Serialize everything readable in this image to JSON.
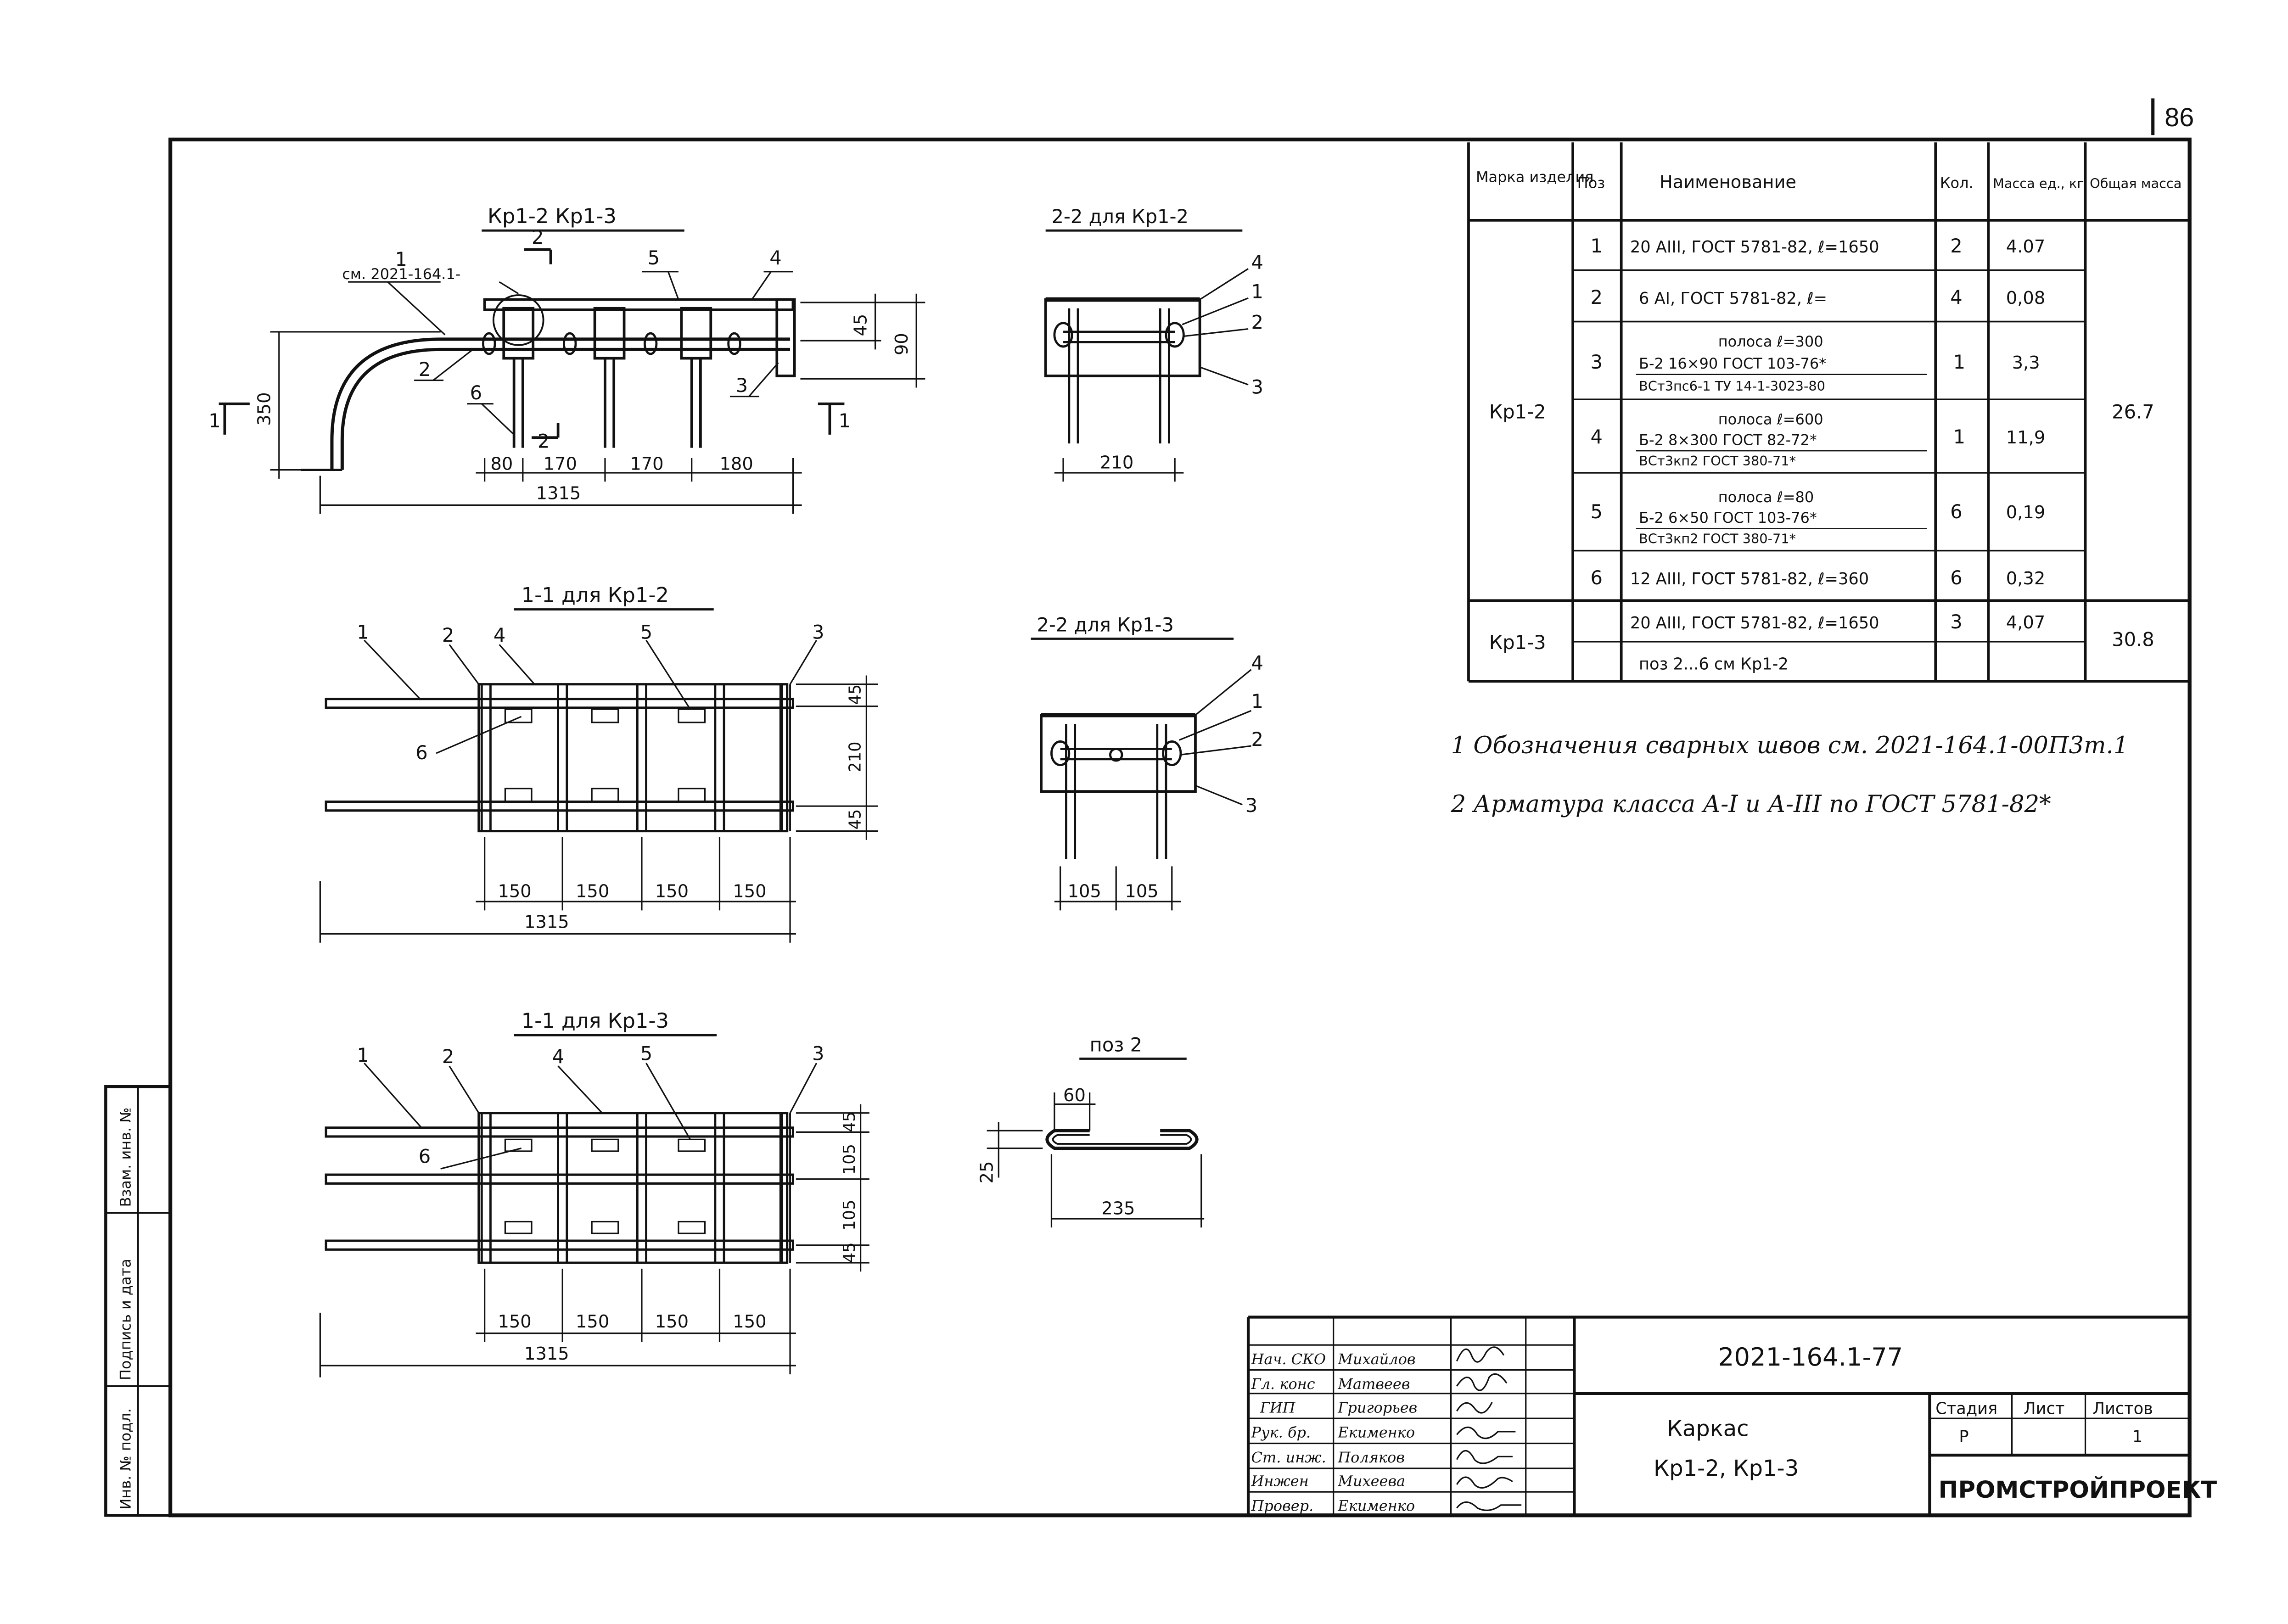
{
  "sheet": {
    "page_number": "86",
    "notes": [
      "1 Обозначения сварных швов см. 2021-164.1-00П3т.1",
      "2 Арматура класса А-I и А-III по ГОСТ 5781-82*"
    ]
  },
  "views": {
    "elevation": {
      "title": "Кр1-2  Кр1-3",
      "section_mark": "2",
      "section_mark_cut": "1",
      "ref_note": "см. 2021-164.1-",
      "labels": [
        "1",
        "5",
        "4",
        "2",
        "3",
        "6"
      ],
      "dims": [
        "45",
        "90",
        "350",
        "80",
        "170",
        "170",
        "180",
        "1315"
      ]
    },
    "section_22_kr12": {
      "title": "2-2 для Кр1-2",
      "labels": [
        "4",
        "1",
        "2",
        "3"
      ],
      "dims": [
        "210"
      ]
    },
    "section_11_kr12": {
      "title": "1-1 для Кр1-2",
      "labels": [
        "1",
        "2",
        "4",
        "5",
        "3",
        "6"
      ],
      "dims": [
        "45",
        "210",
        "45",
        "150",
        "150",
        "150",
        "150",
        "1315"
      ]
    },
    "section_22_kr13": {
      "title": "2-2 для Кр1-3",
      "labels": [
        "4",
        "1",
        "2",
        "3"
      ],
      "dims": [
        "105",
        "105"
      ]
    },
    "section_11_kr13": {
      "title": "1-1 для Кр1-3",
      "labels": [
        "1",
        "2",
        "4",
        "5",
        "3",
        "6"
      ],
      "dims": [
        "45",
        "105",
        "105",
        "45",
        "150",
        "150",
        "150",
        "150",
        "1315"
      ]
    },
    "pos2": {
      "title": "поз 2",
      "dims": [
        "60",
        "25",
        "235"
      ]
    }
  },
  "spec_table": {
    "headers": [
      "Марка изделия",
      "Поз",
      "Наименование",
      "Кол.",
      "Масса ед., кг",
      "Общая масса"
    ],
    "groups": [
      {
        "mark": "Кр1-2",
        "total": "26.7",
        "rows": [
          {
            "pos": "1",
            "name": [
              "20 АIII, ГОСТ 5781-82, ℓ=1650"
            ],
            "qty": "2",
            "mass": "4.07"
          },
          {
            "pos": "2",
            "name": [
              "6 АI, ГОСТ 5781-82, ℓ="
            ],
            "qty": "4",
            "mass": "0,08"
          },
          {
            "pos": "3",
            "name": [
              "полоса ℓ=300",
              "Б-2 16×90 ГОСТ 103-76*",
              "ВСт3пс6-1 ТУ 14-1-3023-80"
            ],
            "qty": "1",
            "mass": "3,3"
          },
          {
            "pos": "4",
            "name": [
              "полоса ℓ=600",
              "Б-2 8×300 ГОСТ 82-72*",
              "ВСт3кп2 ГОСТ 380-71*"
            ],
            "qty": "1",
            "mass": "11,9"
          },
          {
            "pos": "5",
            "name": [
              "полоса ℓ=80",
              "Б-2 6×50 ГОСТ 103-76*",
              "ВСт3кп2 ГОСТ 380-71*"
            ],
            "qty": "6",
            "mass": "0,19"
          },
          {
            "pos": "6",
            "name": [
              "12 АIII, ГОСТ 5781-82, ℓ=360"
            ],
            "qty": "6",
            "mass": "0,32"
          }
        ]
      },
      {
        "mark": "Кр1-3",
        "total": "30.8",
        "rows": [
          {
            "pos": "",
            "name": [
              "20 АIII, ГОСТ 5781-82, ℓ=1650"
            ],
            "qty": "3",
            "mass": "4,07"
          },
          {
            "pos": "",
            "name": [
              "поз 2...6 см Кр1-2"
            ],
            "qty": "",
            "mass": ""
          }
        ]
      }
    ]
  },
  "side_stamp": [
    "Взам. инв. №",
    "Подпись и дата",
    "Инв. № подл."
  ],
  "title_block": {
    "doc_code": "2021-164.1-77",
    "title_line1": "Каркас",
    "title_line2": "Кр1-2, Кр1-3",
    "org": "ПРОМСТРОЙПРОЕКТ",
    "stage_header": "Стадия",
    "sheet_header": "Лист",
    "sheets_header": "Листов",
    "stage": "Р",
    "sheet": "",
    "sheets": "1",
    "people": [
      {
        "role": "Нач. СКО",
        "name": "Михайлов"
      },
      {
        "role": "Гл. конс",
        "name": "Матвеев"
      },
      {
        "role": "ГИП",
        "name": "Григорьев"
      },
      {
        "role": "Рук. бр.",
        "name": "Екименко"
      },
      {
        "role": "Ст. инж.",
        "name": "Поляков"
      },
      {
        "role": "Инжен",
        "name": "Михеева"
      },
      {
        "role": "Провер.",
        "name": "Екименко"
      }
    ]
  }
}
